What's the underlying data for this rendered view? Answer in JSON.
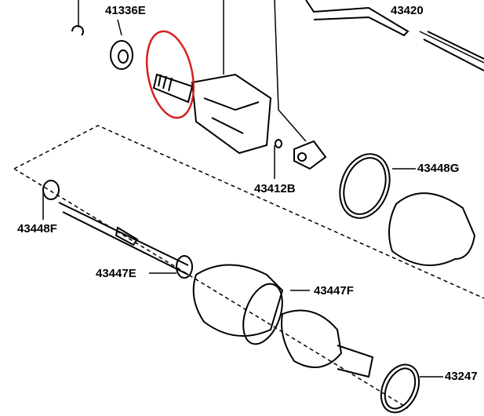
{
  "labels": {
    "p41336E": "41336E",
    "p43420": "43420",
    "p43448G": "43448G",
    "p43412B": "43412B",
    "p43448F": "43448F",
    "p43447E": "43447E",
    "p43447F": "43447F",
    "p43247": "43247"
  },
  "colors": {
    "highlight": "#d62020",
    "line": "#000000"
  }
}
